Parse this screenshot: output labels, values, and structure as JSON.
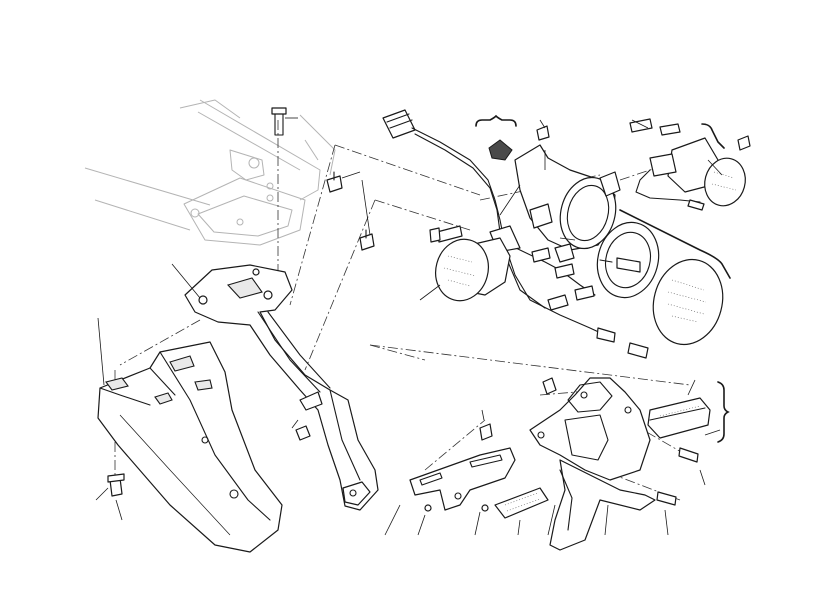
{
  "diagram": {
    "type": "exploded-parts-diagram",
    "background": "#ffffff",
    "line_color": "#1a1a1a",
    "parts": [
      {
        "icon": "subframe-outline"
      },
      {
        "icon": "tail-undertray"
      },
      {
        "icon": "license-plate-support-arm"
      },
      {
        "icon": "mounting-plate"
      },
      {
        "icon": "turn-signal-rear-left"
      },
      {
        "icon": "turn-signal-rear-right"
      },
      {
        "icon": "headlight-shell"
      },
      {
        "icon": "headlight-lens"
      },
      {
        "icon": "wiring-harness-connector"
      },
      {
        "icon": "license-plate-bracket"
      },
      {
        "icon": "license-plate-holder"
      },
      {
        "icon": "license-plate-light"
      },
      {
        "icon": "reflector"
      },
      {
        "icon": "screw"
      },
      {
        "icon": "nut"
      },
      {
        "icon": "grommet"
      }
    ]
  }
}
